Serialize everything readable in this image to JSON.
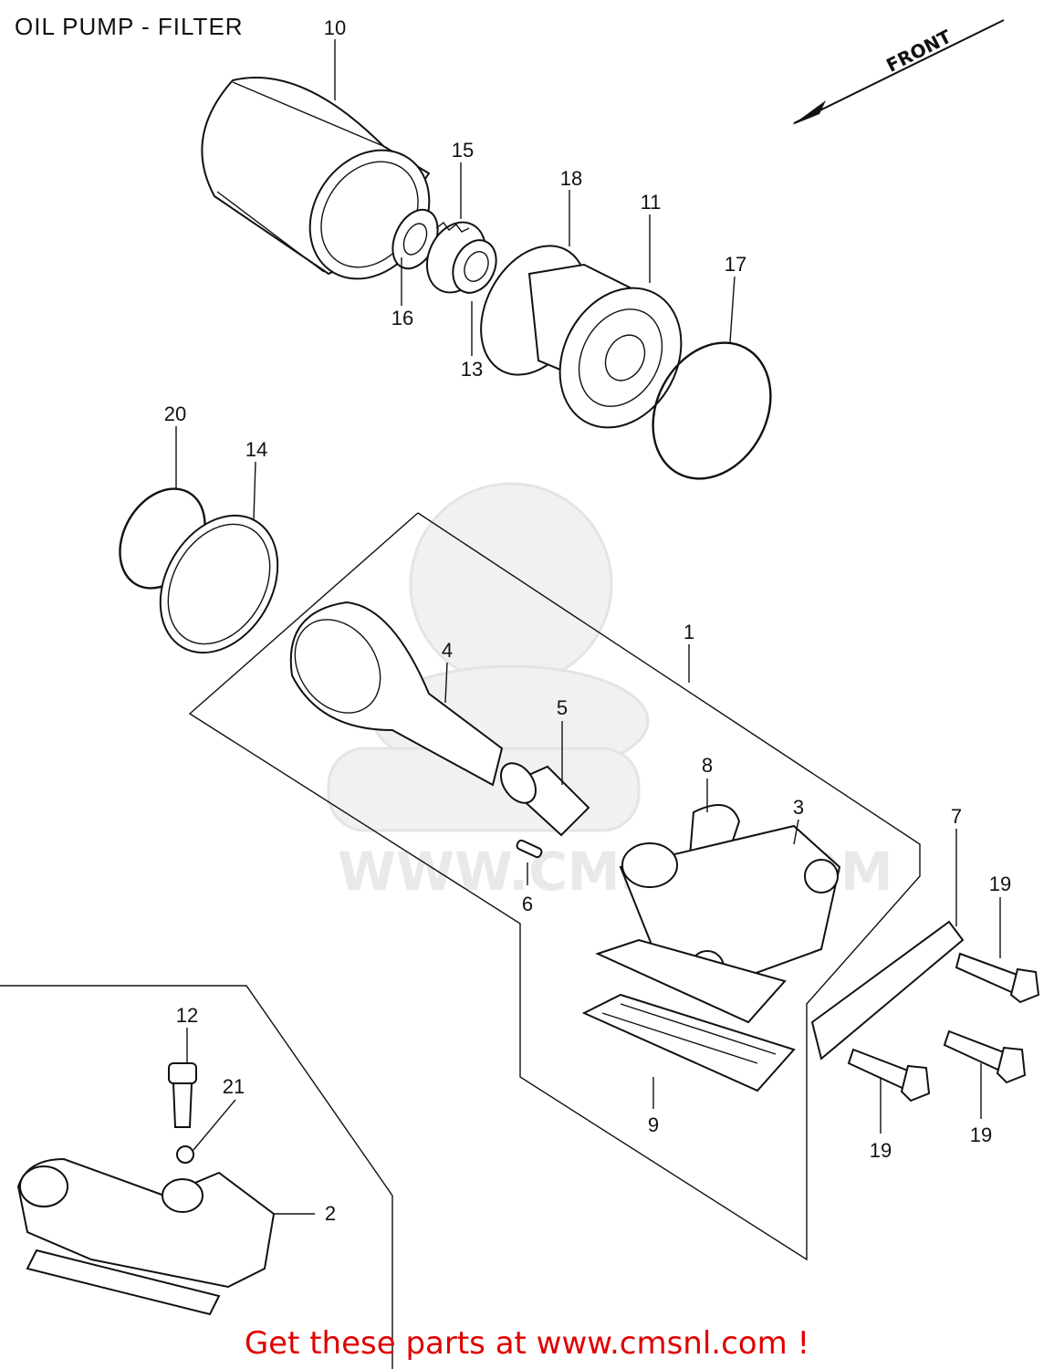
{
  "title": "OIL PUMP - FILTER",
  "front_label": "FRONT",
  "watermark": "WWW.CMSNL.COM",
  "footer": "Get these parts at www.cmsnl.com !",
  "callouts": {
    "p1": "1",
    "p2": "2",
    "p3": "3",
    "p4": "4",
    "p5": "5",
    "p6": "6",
    "p7": "7",
    "p8": "8",
    "p9": "9",
    "p10": "10",
    "p11": "11",
    "p12": "12",
    "p13": "13",
    "p14": "14",
    "p15": "15",
    "p16": "16",
    "p17": "17",
    "p18": "18",
    "p19a": "19",
    "p19b": "19",
    "p19c": "19",
    "p20": "20",
    "p21": "21"
  }
}
